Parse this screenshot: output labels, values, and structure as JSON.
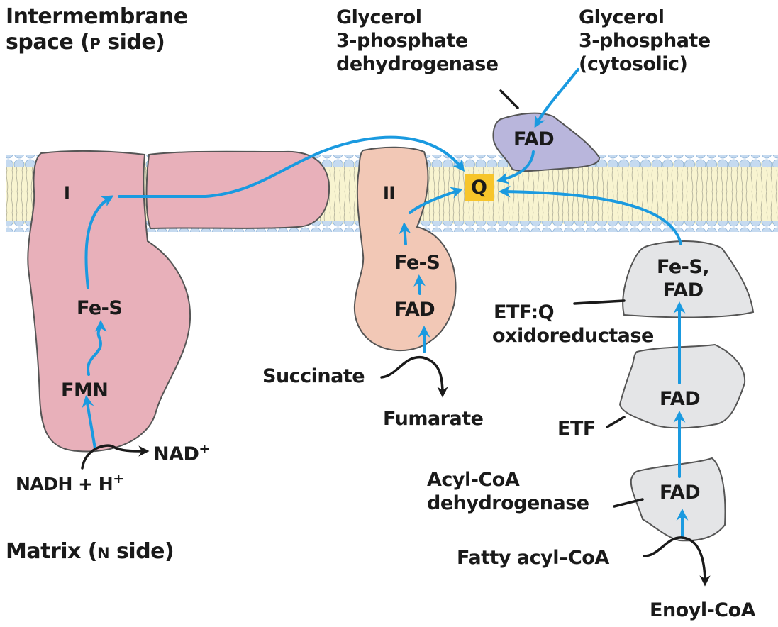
{
  "regions": {
    "intermembrane_line1": "Intermembrane",
    "intermembrane_line2_pre": "space (",
    "intermembrane_side": "P",
    "intermembrane_line2_post": " side)",
    "matrix_pre": "Matrix (",
    "matrix_side": "N",
    "matrix_post": " side)"
  },
  "complex_I": {
    "name": "I",
    "cofactor_fes": "Fe-S",
    "cofactor_fmn": "FMN",
    "substrate": "NADH + H",
    "substrate_sup": "+",
    "product": "NAD",
    "product_sup": "+"
  },
  "complex_II": {
    "name": "II",
    "cofactor_fes": "Fe-S",
    "cofactor_fad": "FAD",
    "substrate": "Succinate",
    "product": "Fumarate"
  },
  "ubiquinone": {
    "label": "Q"
  },
  "glycerol_dh": {
    "name_lines": [
      "Glycerol",
      "3-phosphate",
      "dehydrogenase"
    ],
    "cofactor": "FAD",
    "substrate_lines": [
      "Glycerol",
      "3-phosphate",
      "(cytosolic)"
    ]
  },
  "etf_q": {
    "cofactor_line1": "Fe-S,",
    "cofactor_line2": "FAD",
    "name_lines": [
      "ETF:Q",
      "oxidoreductase"
    ]
  },
  "etf": {
    "cofactor": "FAD",
    "name": "ETF"
  },
  "acyl_coa_dh": {
    "cofactor": "FAD",
    "name_lines": [
      "Acyl-CoA",
      "dehydrogenase"
    ],
    "substrate": "Fatty acyl–CoA",
    "product": "Enoyl-CoA"
  },
  "colors": {
    "electron_flow": "#1a9ae0",
    "complex_I": "#e8b0ba",
    "complex_II": "#f2c8b6",
    "glycerol_dh": "#b9b6dc",
    "etf_proteins": "#e4e5e7",
    "quinone": "#f7c52a",
    "membrane_core": "#f8f4d0",
    "lipid_head": "#c5daf0"
  }
}
